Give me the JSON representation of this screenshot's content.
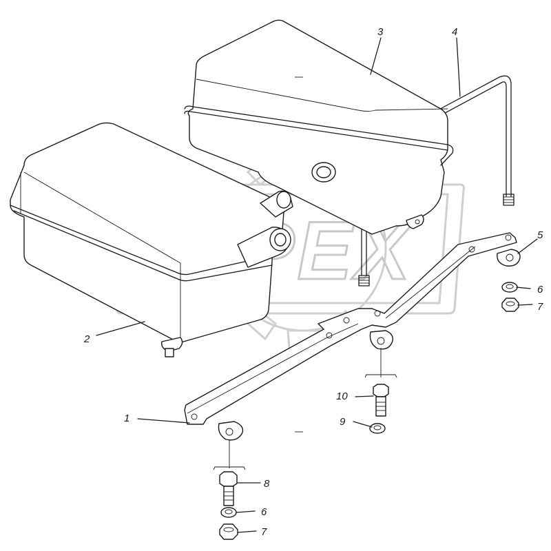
{
  "watermark": {
    "text": "OPEX"
  },
  "callouts": [
    {
      "id": "1",
      "text": "1"
    },
    {
      "id": "2",
      "text": "2"
    },
    {
      "id": "3",
      "text": "3"
    },
    {
      "id": "4",
      "text": "4"
    },
    {
      "id": "5",
      "text": "5"
    },
    {
      "id": "6a",
      "text": "6"
    },
    {
      "id": "7a",
      "text": "7"
    },
    {
      "id": "8",
      "text": "8"
    },
    {
      "id": "6b",
      "text": "6"
    },
    {
      "id": "7b",
      "text": "7"
    },
    {
      "id": "9",
      "text": "9"
    },
    {
      "id": "10",
      "text": "10"
    }
  ],
  "parts": [
    {
      "number": "1",
      "name": "bracket"
    },
    {
      "number": "2",
      "name": "tank"
    },
    {
      "number": "3",
      "name": "tank"
    },
    {
      "number": "4",
      "name": "strap"
    },
    {
      "number": "5",
      "name": "bracket-clamp"
    },
    {
      "number": "6",
      "name": "spring-washer"
    },
    {
      "number": "7",
      "name": "nut"
    },
    {
      "number": "8",
      "name": "bolt"
    },
    {
      "number": "9",
      "name": "spring-washer"
    },
    {
      "number": "10",
      "name": "bolt"
    }
  ]
}
